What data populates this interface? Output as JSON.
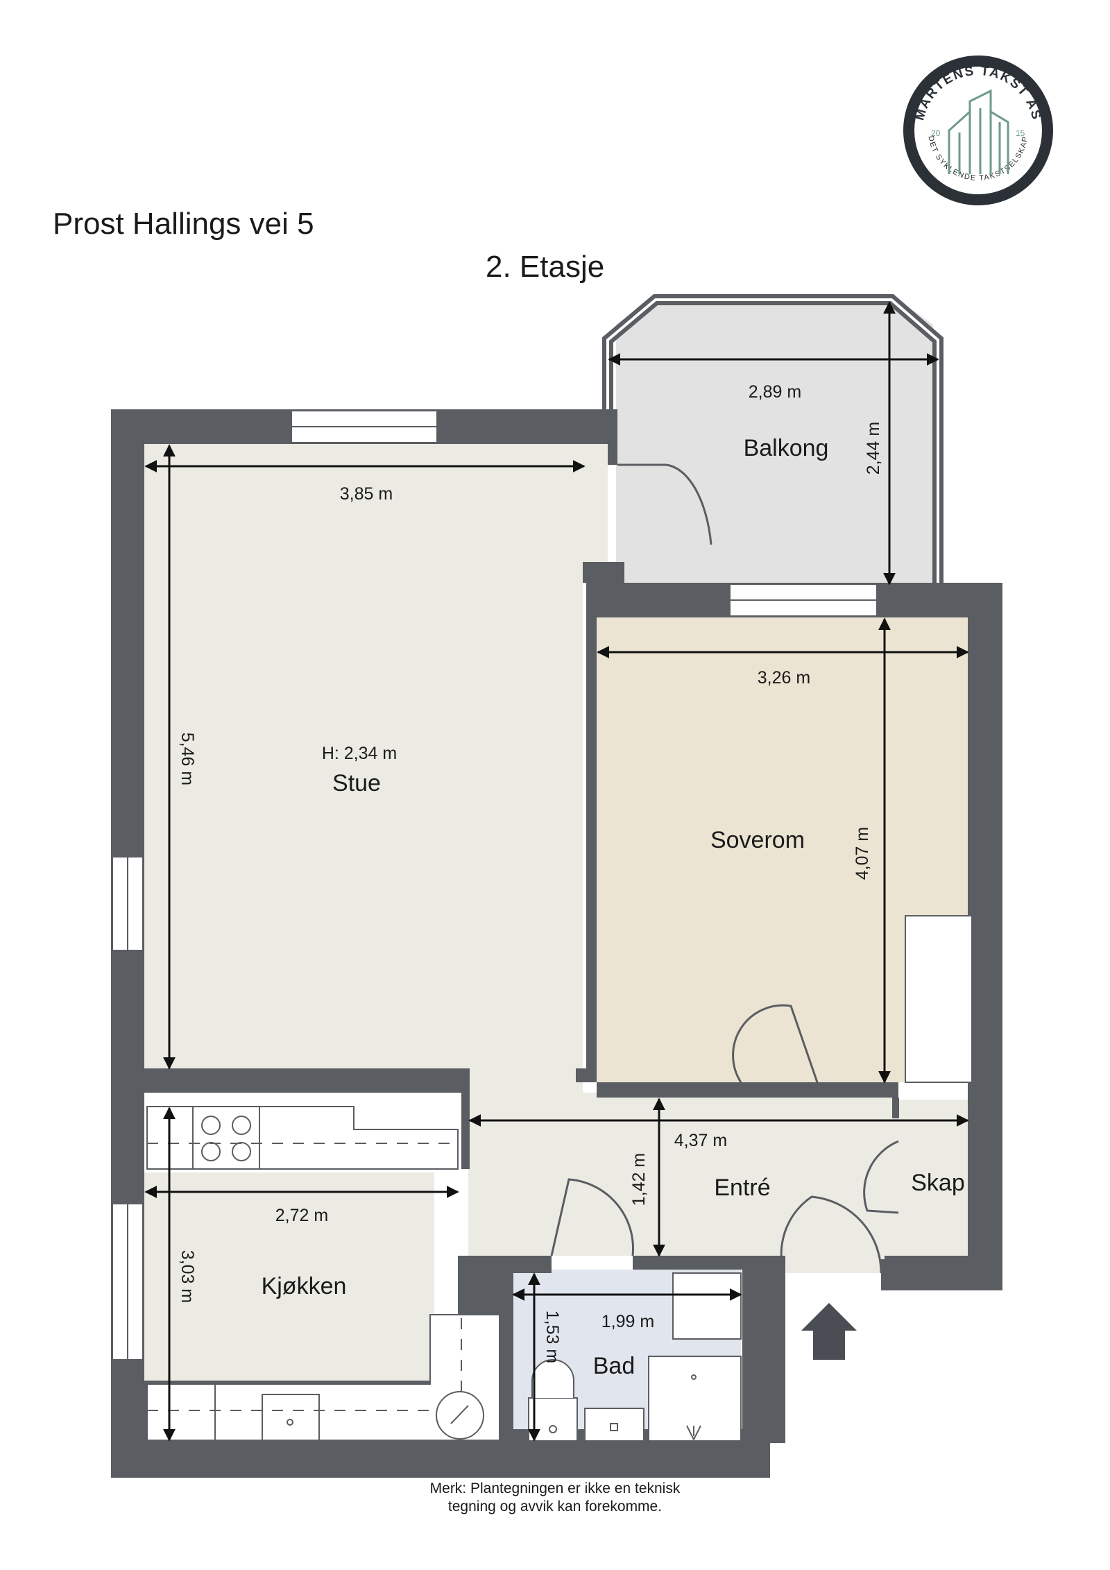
{
  "header": {
    "address": "Prost Hallings vei 5",
    "floor": "2. Etasje"
  },
  "logo": {
    "company": "MARTENS TAKST AS",
    "tagline": "DET SYKLENDE TAKSTSELSKAP",
    "year_left": "20",
    "year_right": "15",
    "accent_color": "#6e9a8c",
    "ring_color": "#2b3137"
  },
  "rooms": {
    "balkong": "Balkong",
    "stue": "Stue",
    "stue_height": "H: 2,34 m",
    "soverom": "Soverom",
    "kjokken": "Kjøkken",
    "entre": "Entré",
    "skap": "Skap",
    "bad": "Bad"
  },
  "dimensions": {
    "balkong_width": "2,89 m",
    "balkong_depth": "2,44 m",
    "stue_width": "3,85 m",
    "stue_length": "5,46 m",
    "soverom_width": "3,26 m",
    "soverom_length": "4,07 m",
    "entre_width": "4,37 m",
    "entre_depth": "1,42 m",
    "kjokken_width": "2,72 m",
    "kjokken_length": "3,03 m",
    "bad_width": "1,99 m",
    "bad_length": "1,53 m"
  },
  "colors": {
    "wall": "#5a5d62",
    "stue_floor": "#ebebe4",
    "soverom_floor": "#ebe4d2",
    "balkong_floor": "#e2e2e2",
    "bad_floor": "#e1e6ee"
  },
  "footer": {
    "note_line1": "Merk: Plantegningen er ikke en teknisk",
    "note_line2": "tegning og avvik kan forekomme."
  }
}
